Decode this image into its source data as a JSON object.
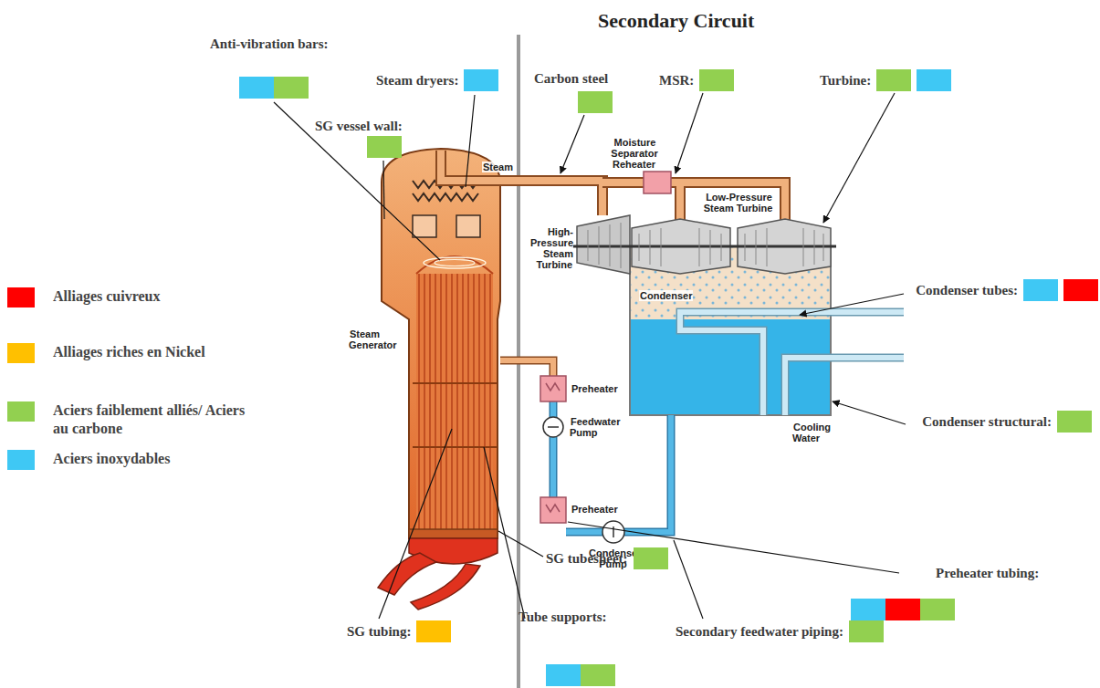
{
  "diagram": {
    "title": "Secondary Circuit",
    "labels": [
      "Anti-vibration bars:",
      "Steam dryers:",
      "Carbon steel",
      "MSR:",
      "Turbine:",
      "SG vessel wall:",
      "Steam",
      "Moisture Separator Reheater",
      "Low-Pressure Steam Turbine",
      "High-Pressure Steam Turbine",
      "Steam Generator",
      "Condenser",
      "Preheater",
      "Condenser tubes:",
      "Feedwater Pump",
      "Condenser structural:",
      "Cooling Water",
      "Preheater",
      "Condenser Pump",
      "SG tubesheet:",
      "Preheater tubing:",
      "SG tubing:",
      "Tube supports:",
      "Secondary feedwater piping:"
    ],
    "legend": [
      {
        "text": "Alliages cuivreux",
        "color": "#ff0000"
      },
      {
        "text": "Alliages riches en Nickel",
        "color": "#ffc000"
      },
      {
        "text": "Aciers faiblement alliés/ Aciers au carbone",
        "color": "#92d050"
      },
      {
        "text": "Aciers inoxydables",
        "color": "#3fc8f4"
      }
    ]
  }
}
